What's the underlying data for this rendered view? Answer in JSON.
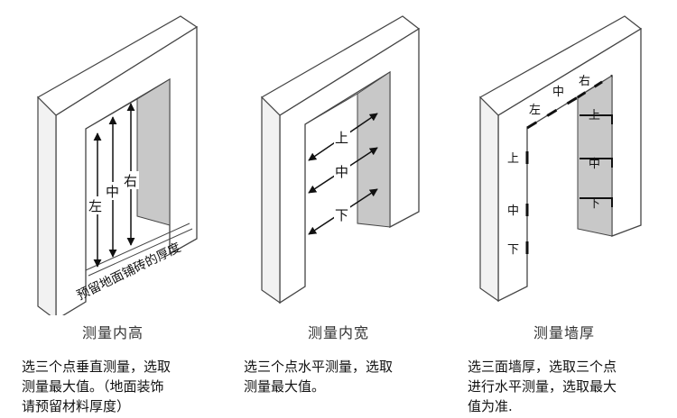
{
  "panels": [
    {
      "title": "测量内高",
      "description": "选三个点垂直测量，选取\n测量最大值。（地面装饰\n请预留材料厚度）",
      "labels": {
        "left": "左",
        "middle": "中",
        "right": "右",
        "floor_note": "预留地面铺砖的厚度"
      }
    },
    {
      "title": "测量内宽",
      "description": "选三个点水平测量，选取\n测量最大值。",
      "labels": {
        "top": "上",
        "middle": "中",
        "bottom": "下"
      }
    },
    {
      "title": "测量墙厚",
      "description": "选三面墙厚，选取三个点\n进行水平测量，选取最大\n值为准.",
      "labels": {
        "top_left": "左",
        "top_middle": "中",
        "top_right": "右",
        "side_top": "上",
        "side_middle": "中",
        "side_bottom": "下",
        "inner_top": "上",
        "inner_middle": "中",
        "inner_bottom": "下"
      }
    }
  ],
  "colors": {
    "frame_stroke": "#444444",
    "shade": "#c8c8c8",
    "face": "#ffffff"
  }
}
